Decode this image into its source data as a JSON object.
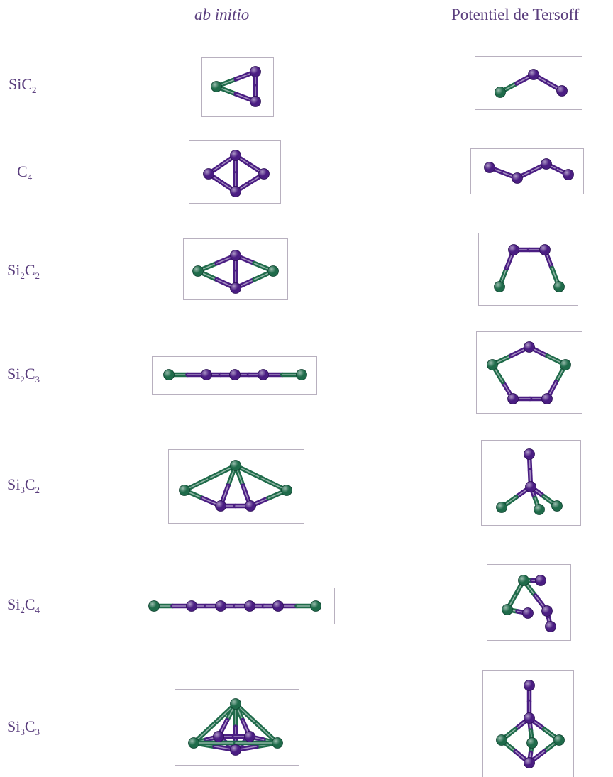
{
  "headers": {
    "ab_initio": "ab initio",
    "tersoff": "Potentiel de Tersoff"
  },
  "colors": {
    "si": "#1f6b4a",
    "c": "#4a1d82",
    "frame": "#b8b0bf",
    "label": "#5b3f7e"
  },
  "rows": [
    {
      "label": {
        "main": "SiC",
        "sub": "2",
        "main2": "",
        "sub2": ""
      }
    },
    {
      "label": {
        "main": "C",
        "sub": "4",
        "main2": "",
        "sub2": ""
      }
    },
    {
      "label": {
        "main": "Si",
        "sub": "2",
        "main2": "C",
        "sub2": "2"
      }
    },
    {
      "label": {
        "main": "Si",
        "sub": "2",
        "main2": "C",
        "sub2": "3"
      }
    },
    {
      "label": {
        "main": "Si",
        "sub": "3",
        "main2": "C",
        "sub2": "2"
      }
    },
    {
      "label": {
        "main": "Si",
        "sub": "2",
        "main2": "C",
        "sub2": "4"
      }
    },
    {
      "label": {
        "main": "Si",
        "sub": "3",
        "main2": "C",
        "sub2": "3"
      }
    }
  ]
}
